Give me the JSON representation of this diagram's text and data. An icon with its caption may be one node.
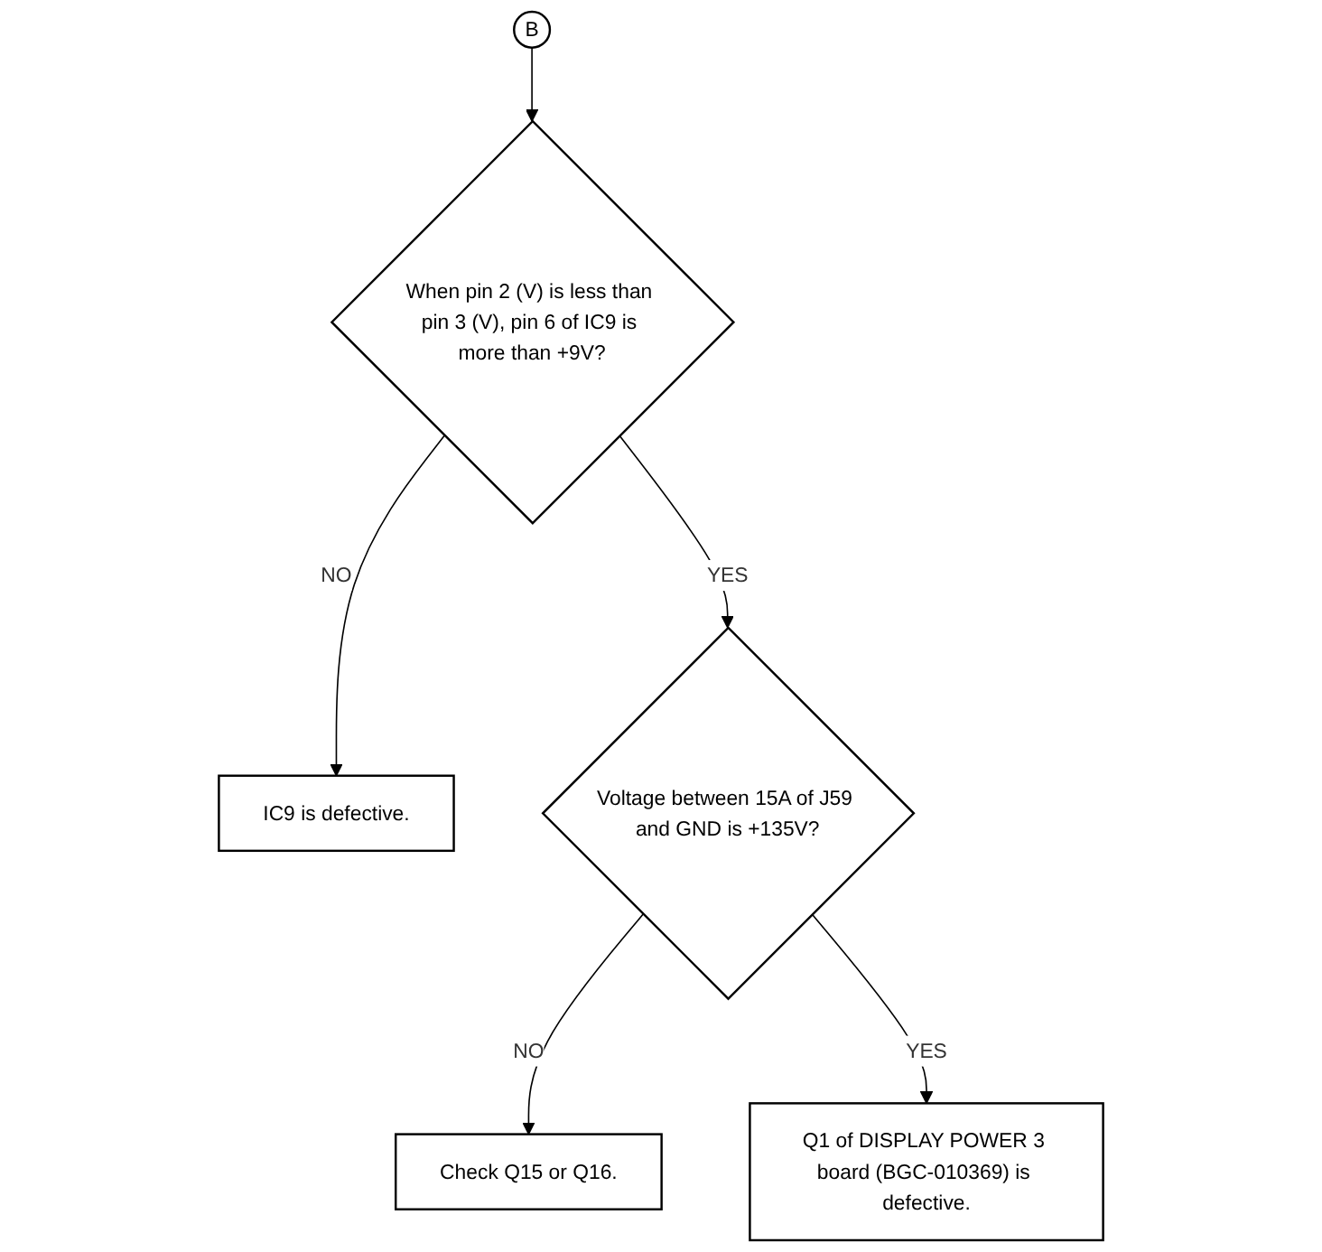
{
  "diagram": {
    "nodes": [
      {
        "text": [
          "B"
        ]
      },
      {
        "text": [
          "When pin 2 (V) is less than pin 3 (V), pin 6 of IC9 is more than +9V?"
        ]
      },
      {
        "text": [
          "IC9 is defective."
        ]
      },
      {
        "text": [
          "Voltage between 15A of J59 and GND is +135V?"
        ]
      },
      {
        "text": [
          "Check Q15 or Q16."
        ]
      },
      {
        "text": [
          "Q1 of DISPLAY POWER 3 board (BGC-010369) is defective."
        ]
      }
    ],
    "edges": [
      {
        "from": 0,
        "to": 1,
        "arrow": "to"
      },
      {
        "from": 1,
        "to": 2,
        "label": "NO",
        "arrow": "to"
      },
      {
        "from": 1,
        "to": 3,
        "label": "YES",
        "arrow": "to"
      },
      {
        "from": 3,
        "to": 4,
        "label": "NO",
        "arrow": "to"
      },
      {
        "from": 3,
        "to": 5,
        "label": "YES",
        "arrow": "to"
      }
    ]
  }
}
